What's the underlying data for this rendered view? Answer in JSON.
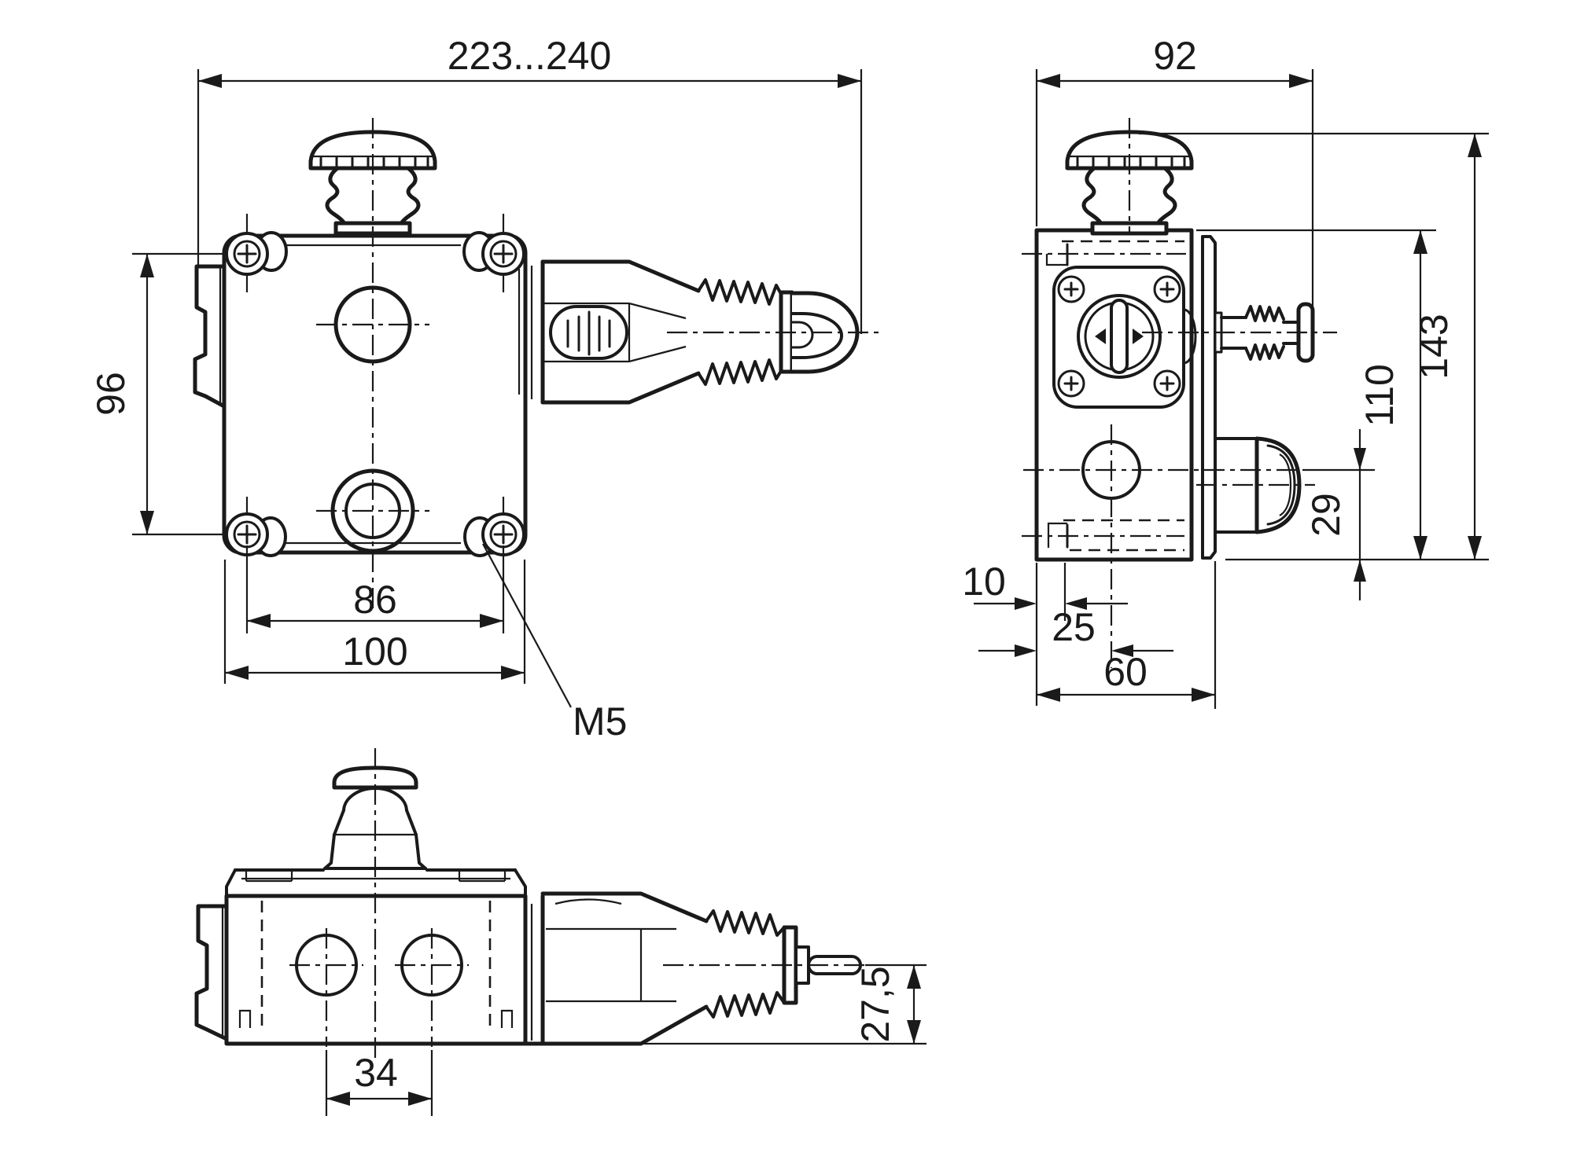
{
  "drawing": {
    "background_color": "#ffffff",
    "line_color": "#1a1a1a",
    "dims": {
      "front_width": "223...240",
      "front_height": "96",
      "front_hole_spacing": "86",
      "front_mount_width": "100",
      "front_thread": "M5",
      "side_width": "92",
      "side_total_height": "143",
      "side_body_height": "110",
      "side_gland_offset": "29",
      "side_hole_offset": "10",
      "side_axis_offset": "25",
      "side_depth": "60",
      "bottom_hole_spacing": "34",
      "bottom_axis_offset": "27,5"
    }
  }
}
